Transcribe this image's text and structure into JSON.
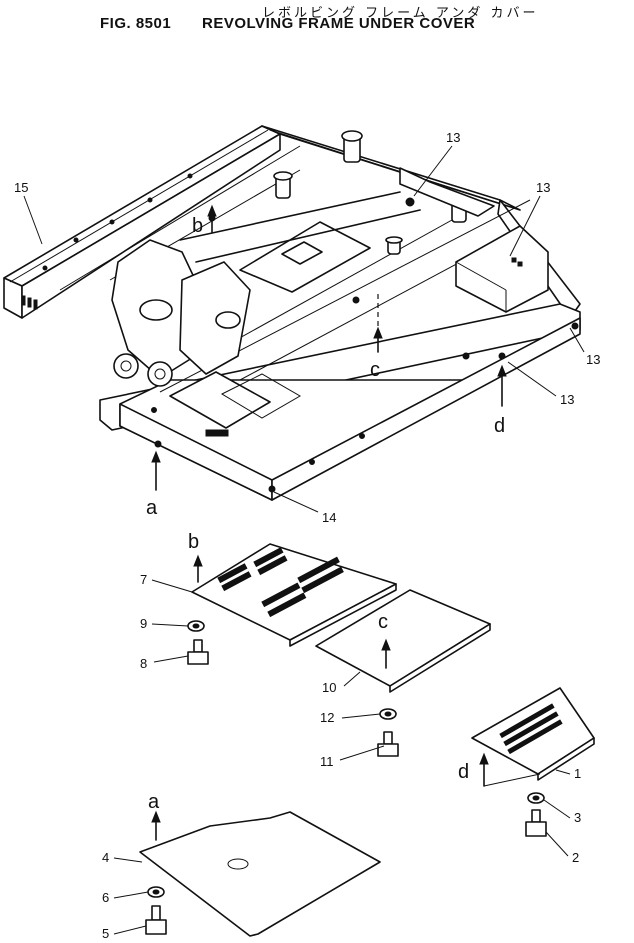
{
  "header": {
    "japanese_title": "レボルビング フレーム アンダ カバー",
    "fig_number": "FIG. 8501",
    "title": "REVOLVING FRAME UNDER COVER"
  },
  "callouts": {
    "p1": "1",
    "p2": "2",
    "p3": "3",
    "p4": "4",
    "p5": "5",
    "p6": "6",
    "p7": "7",
    "p8": "8",
    "p9": "9",
    "p10": "10",
    "p11": "11",
    "p12": "12",
    "p13a": "13",
    "p13b": "13",
    "p13c": "13",
    "p13d": "13",
    "p14": "14",
    "p15": "15"
  },
  "view_markers": {
    "a_top": "a",
    "b_top": "b",
    "c_top": "c",
    "d_top": "d",
    "a_part": "a",
    "b_part": "b",
    "c_part": "c",
    "d_part": "d"
  }
}
